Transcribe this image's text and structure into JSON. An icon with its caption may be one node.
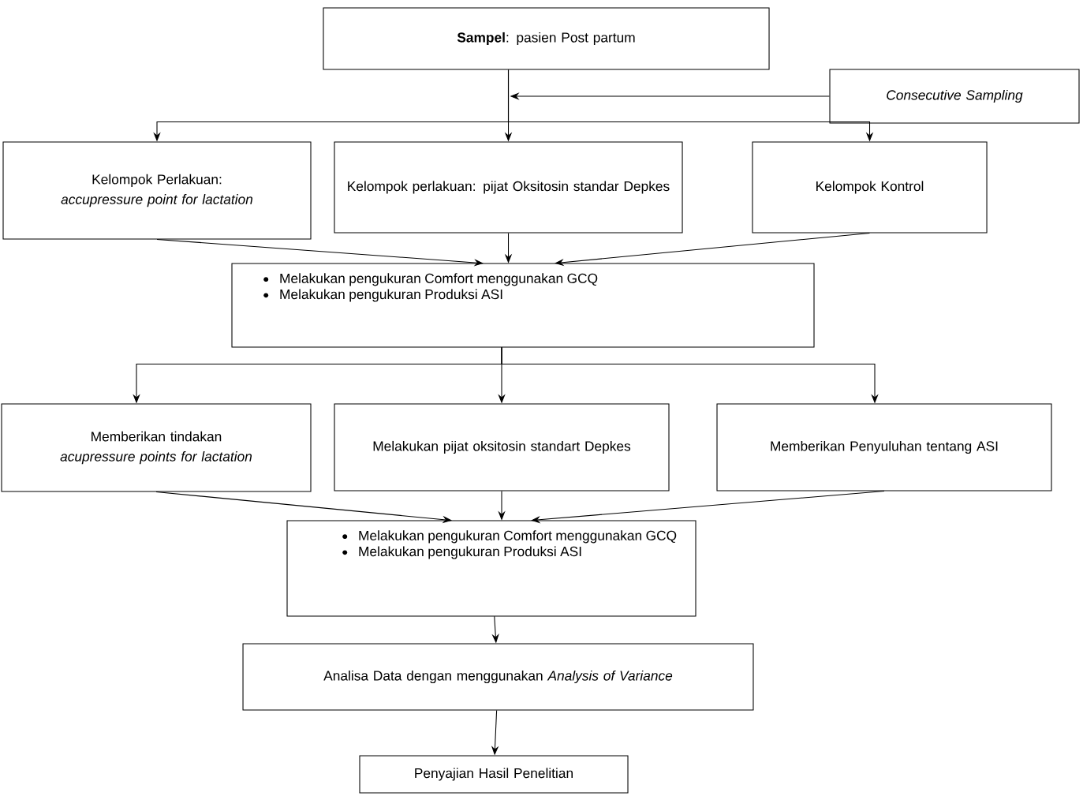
{
  "diagram": {
    "nodes": [
      {
        "text": [
          "**Sampel**: pasien Post partum"
        ]
      },
      {
        "text": [
          "Consecutive Sampling"
        ]
      },
      {
        "text": [
          "Kelompok Perlakuan: *accupressure point for lactation*"
        ]
      },
      {
        "text": [
          "Kelompok perlakuan: pijat Oksitosin standar Depkes"
        ]
      },
      {
        "text": [
          "Kelompok Kontrol"
        ]
      },
      {
        "text": [
          "Melakukan pengukuran Comfort menggunakan GCQ",
          "Melakukan pengukuran Produksi ASI"
        ]
      },
      {
        "text": [
          "Memberikan tindakan *acupressure points for lactation*"
        ]
      },
      {
        "text": [
          "Melakukan pijat oksitosin standart Depkes"
        ]
      },
      {
        "text": [
          "Memberikan Penyuluhan tentang ASI"
        ]
      },
      {
        "text": [
          "Melakukan pengukuran Comfort menggunakan GCQ",
          "Melakukan pengukuran Produksi ASI"
        ]
      },
      {
        "text": [
          "Analisa Data dengan menggunakan *Analysis of Variance*"
        ]
      },
      {
        "text": [
          "Penyajian Hasil Penelitian"
        ]
      }
    ],
    "edges": [
      {
        "from": 0,
        "to": 2,
        "arrow": "to"
      },
      {
        "from": 0,
        "to": 3,
        "arrow": "to"
      },
      {
        "from": 0,
        "to": 4,
        "arrow": "to"
      },
      {
        "from": 1,
        "to": null,
        "arrow": "to"
      },
      {
        "from": 2,
        "to": 5,
        "arrow": "to"
      },
      {
        "from": 3,
        "to": 5,
        "arrow": "to"
      },
      {
        "from": 4,
        "to": 5,
        "arrow": "to"
      },
      {
        "from": 5,
        "to": 6,
        "arrow": "to"
      },
      {
        "from": 5,
        "to": 7,
        "arrow": "to"
      },
      {
        "from": 5,
        "to": 8,
        "arrow": "to"
      },
      {
        "from": 6,
        "to": 9,
        "arrow": "to"
      },
      {
        "from": 7,
        "to": 9,
        "arrow": "to"
      },
      {
        "from": 8,
        "to": 9,
        "arrow": "to"
      },
      {
        "from": 9,
        "to": 10,
        "arrow": "to"
      },
      {
        "from": 10,
        "to": 11,
        "arrow": "to"
      }
    ]
  }
}
